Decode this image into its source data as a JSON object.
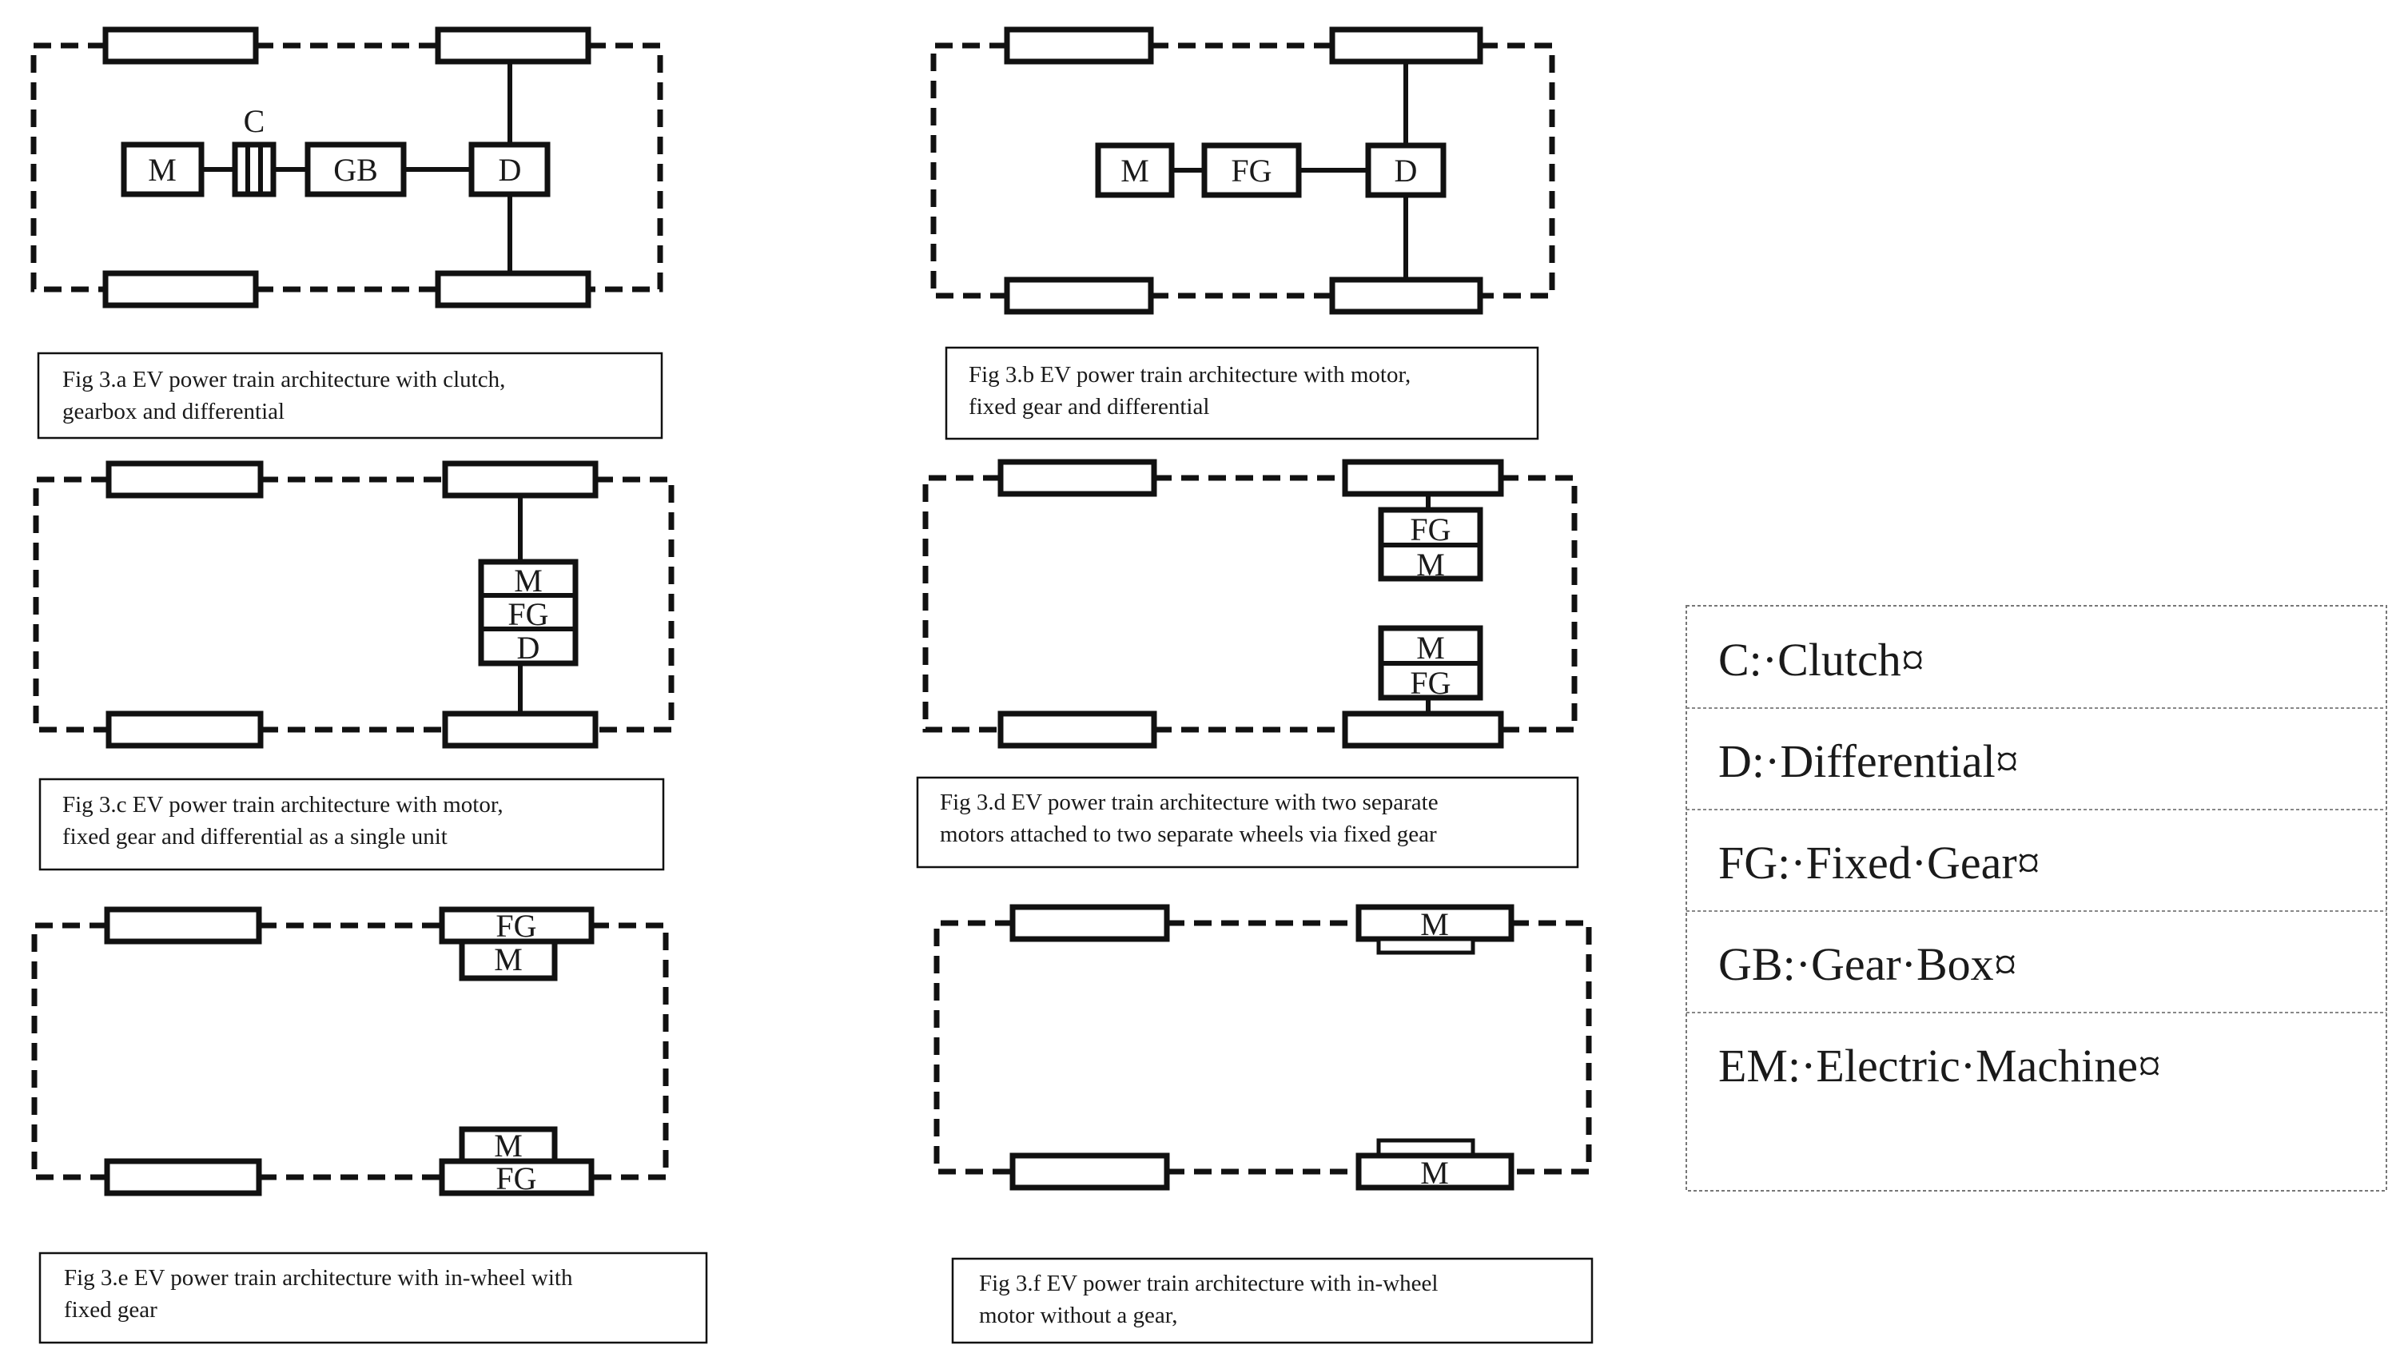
{
  "figures": {
    "a": {
      "labels": {
        "m": "M",
        "c": "C",
        "gb": "GB",
        "d": "D"
      },
      "caption": [
        "Fig 3.a EV power train architecture with clutch,",
        "gearbox and differential"
      ]
    },
    "b": {
      "labels": {
        "m": "M",
        "fg": "FG",
        "d": "D"
      },
      "caption": [
        "Fig 3.b EV power train architecture with motor,",
        "fixed gear and differential"
      ]
    },
    "c": {
      "labels": {
        "m": "M",
        "fg": "FG",
        "d": "D"
      },
      "caption": [
        "Fig 3.c EV power train architecture with motor,",
        "fixed gear and differential as a single unit"
      ]
    },
    "d": {
      "labels": {
        "fg": "FG",
        "m": "M"
      },
      "caption": [
        "Fig 3.d EV power train architecture with two separate",
        "motors attached to two separate wheels via fixed gear"
      ]
    },
    "e": {
      "labels": {
        "fg": "FG",
        "m": "M"
      },
      "caption": [
        "Fig 3.e EV power train architecture with in-wheel with",
        "fixed gear"
      ]
    },
    "f": {
      "labels": {
        "m": "M"
      },
      "caption": [
        "Fig 3.f EV power train architecture with in-wheel",
        "motor without a gear,"
      ]
    }
  },
  "legend": {
    "items": [
      "C:·Clutch¤",
      "D:·Differential¤",
      "FG:·Fixed·Gear¤",
      "GB:·Gear·Box¤",
      "EM:·Electric·Machine¤"
    ]
  }
}
